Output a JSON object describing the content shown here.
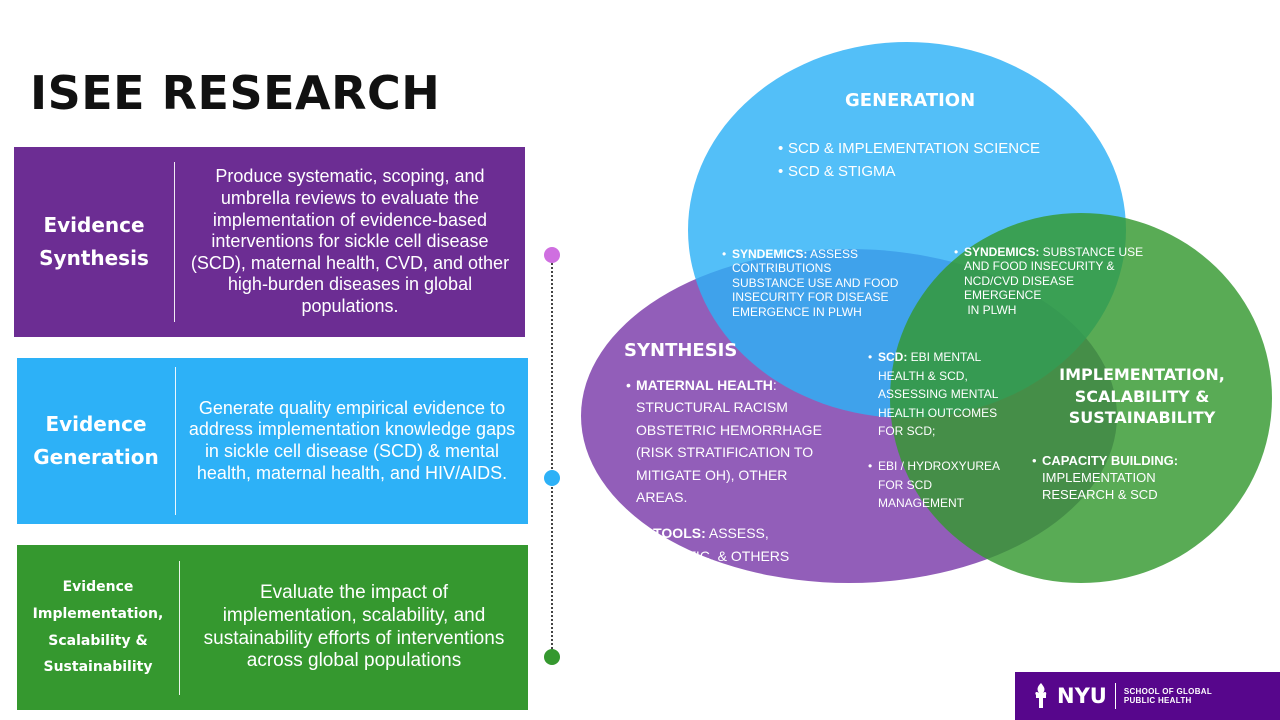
{
  "page": {
    "title": "ISEE RESEARCH"
  },
  "cards": [
    {
      "label_lines": [
        "Evidence",
        "Synthesis"
      ],
      "description": "Produce systematic, scoping, and umbrella reviews to evaluate the implementation of evidence-based interventions for sickle cell disease (SCD), maternal health, CVD, and other high-burden diseases in global populations.",
      "color": "#6c2d93"
    },
    {
      "label_lines": [
        "Evidence",
        "Generation"
      ],
      "description": "Generate quality empirical evidence to address implementation knowledge gaps in sickle cell disease (SCD) & mental health, maternal health, and HIV/AIDS.",
      "color": "#2db1f7"
    },
    {
      "label_lines": [
        "Evidence",
        "Implementation,",
        "Scalability &",
        "Sustainability"
      ],
      "description": "Evaluate the impact of implementation, scalability, and sustainability efforts of interventions across global populations",
      "color": "#35982f"
    }
  ],
  "timeline": {
    "dot_colors": [
      "#cf6fe0",
      "#2db1f7",
      "#35982f"
    ]
  },
  "venn": {
    "colors": {
      "generation": "#2db1f7",
      "synthesis": "#7a3aaa",
      "implementation": "#35982f"
    },
    "generation": {
      "title": "GENERATION",
      "items": [
        "SCD & IMPLEMENTATION SCIENCE",
        "SCD & STIGMA"
      ]
    },
    "synthesis": {
      "title": "SYNTHESIS",
      "item1_bold": "MATERNAL HEALTH",
      "item1_text": ": STRUCTURAL RACISM OBSTETRIC HEMORRHAGE (RISK STRATIFICATION TO MITIGATE OH), OTHER AREAS.",
      "item2_bold": "IS TOOLS:",
      "item2_text": " ASSESS, CATALYTIC, & OTHERS"
    },
    "implementation": {
      "title_lines": [
        "IMPLEMENTATION,",
        "SCALABILITY &",
        "SUSTAINABILITY"
      ],
      "item_bold": "CAPACITY BUILDING:",
      "item_text": " IMPLEMENTATION RESEARCH & SCD"
    },
    "overlap_gen_syn": {
      "bold": "SYNDEMICS:",
      "text": " ASSESS CONTRIBUTIONS SUBSTANCE USE AND FOOD INSECURITY FOR DISEASE EMERGENCE IN PLWH"
    },
    "overlap_gen_impl": {
      "bold": "SYNDEMICS:",
      "text": "  SUBSTANCE USE AND FOOD INSECURITY & NCD/CVD  DISEASE EMERGENCE",
      "text2": "IN PLWH"
    },
    "center": {
      "item1_bold": "SCD:",
      "item1_text": " EBI MENTAL HEALTH & SCD, ASSESSING MENTAL HEALTH OUTCOMES FOR SCD;",
      "item2_text": "EBI /  HYDROXYUREA FOR SCD MANAGEMENT"
    }
  },
  "logo": {
    "name": "NYU",
    "school_lines": [
      "SCHOOL OF GLOBAL",
      "PUBLIC HEALTH"
    ],
    "icon": "torch-icon"
  }
}
